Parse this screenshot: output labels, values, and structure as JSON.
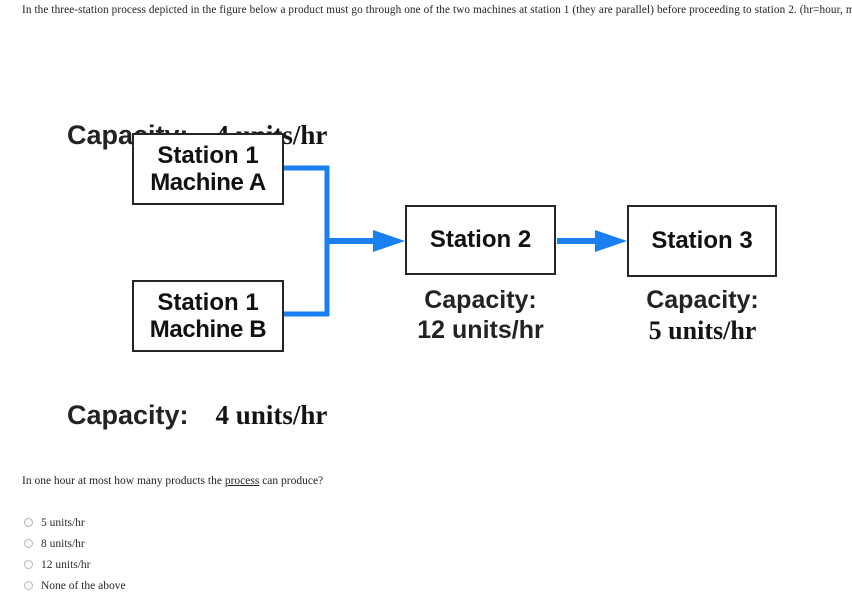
{
  "prompt": {
    "text": "In the three-station process depicted in the figure below a product must go through one of the two machines at station 1 (they are parallel) before proceeding to station 2. (hr=hour, min=minutes)"
  },
  "figure": {
    "accent_color": "#1a7ff0",
    "box_border_color": "#262626",
    "capacity_word": "Capacity:",
    "stations": [
      {
        "id": "machine-a",
        "title_line1": "Station 1",
        "title_line2": "Machine A",
        "capacity_label": "Capacity:",
        "capacity_value": "4 units/hr",
        "capacity_position": "above"
      },
      {
        "id": "machine-b",
        "title_line1": "Station 1",
        "title_line2": "Machine B",
        "capacity_label": "Capacity:",
        "capacity_value": "4 units/hr",
        "capacity_position": "below"
      },
      {
        "id": "station-2",
        "title_line1": "Station 2",
        "capacity_label": "Capacity:",
        "capacity_value": "12 units/hr",
        "capacity_position": "below"
      },
      {
        "id": "station-3",
        "title_line1": "Station 3",
        "capacity_label": "Capacity:",
        "capacity_value": "5 units/hr",
        "capacity_position": "below"
      }
    ]
  },
  "question": {
    "text_before": "In one hour at most how many products the ",
    "emphasis": "process",
    "text_after": " can produce?"
  },
  "options": [
    {
      "label": "5 units/hr",
      "selected": false
    },
    {
      "label": "8 units/hr",
      "selected": false
    },
    {
      "label": "12 units/hr",
      "selected": false
    },
    {
      "label": "None of the above",
      "selected": false
    }
  ]
}
